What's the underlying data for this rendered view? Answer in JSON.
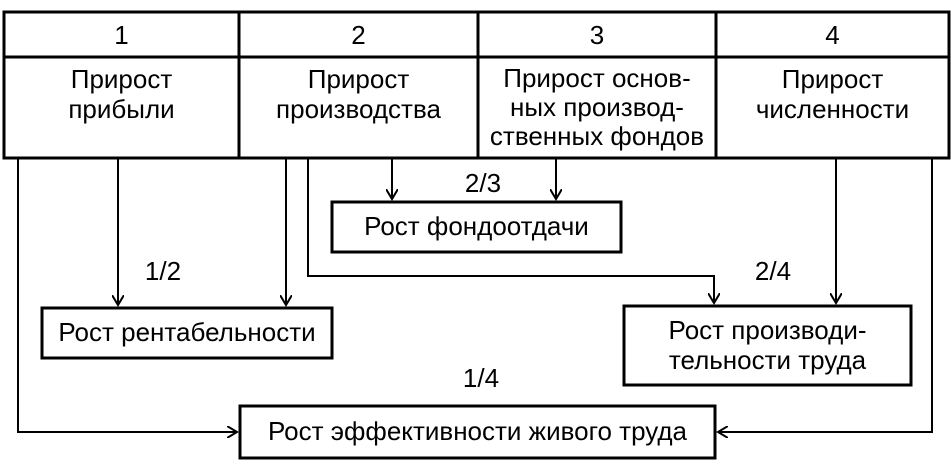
{
  "header": {
    "columns": [
      {
        "number": "1",
        "title": "Прирост\nприбыли"
      },
      {
        "number": "2",
        "title": "Прирост\nпроизводства"
      },
      {
        "number": "3",
        "title": "Прирост основ-\nных производ-\nственных фондов"
      },
      {
        "number": "4",
        "title": "Прирост\nчисленности"
      }
    ]
  },
  "results": {
    "capital_productivity": "Рост фондоотдачи",
    "profitability": "Рост рентабельности",
    "labor_productivity": "Рост производи-\nтельности труда",
    "live_labor_efficiency": "Рост эффективности живого труда"
  },
  "ratios": {
    "r23": "2/3",
    "r12": "1/2",
    "r24": "2/4",
    "r14": "1/4"
  }
}
